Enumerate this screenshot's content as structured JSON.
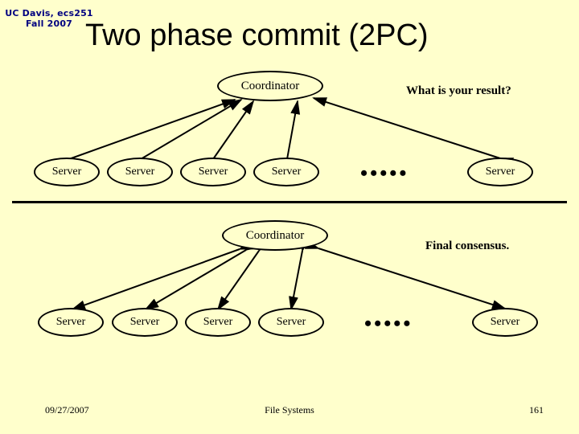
{
  "slide": {
    "background_color": "#FFFFCC",
    "header": {
      "line1": "UC Davis, ecs251",
      "line2": "Fall 2007",
      "color": "#000080"
    },
    "title": "Two phase commit (2PC)"
  },
  "phase_one": {
    "annotation": "What is your result?",
    "coordinator": {
      "label": "Coordinator"
    },
    "ellipsis": "•••••",
    "servers": [
      {
        "label": "Server"
      },
      {
        "label": "Server"
      },
      {
        "label": "Server"
      },
      {
        "label": "Server"
      },
      {
        "label": "Server"
      }
    ]
  },
  "phase_two": {
    "annotation": "Final consensus.",
    "coordinator": {
      "label": "Coordinator"
    },
    "ellipsis": "•••••",
    "servers": [
      {
        "label": "Server"
      },
      {
        "label": "Server"
      },
      {
        "label": "Server"
      },
      {
        "label": "Server"
      },
      {
        "label": "Server"
      }
    ]
  },
  "footer": {
    "date": "09/27/2007",
    "title": "File Systems",
    "page": "161"
  }
}
